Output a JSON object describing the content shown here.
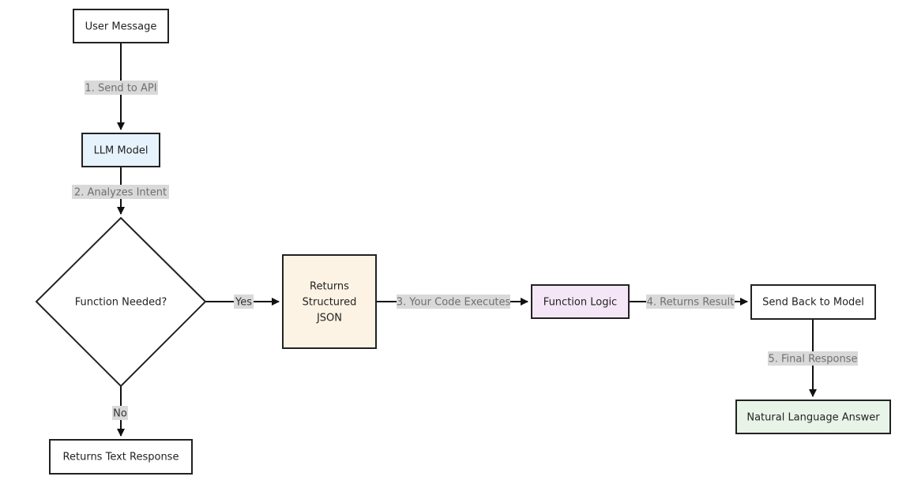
{
  "nodes": {
    "user_message": {
      "label": "User Message",
      "fill": "#ffffff"
    },
    "llm_model": {
      "label": "LLM Model",
      "fill": "#e6f3fc"
    },
    "function_needed": {
      "label": "Function Needed?",
      "fill": "#ffffff"
    },
    "returns_json": {
      "lines": [
        "Returns",
        "Structured",
        "JSON"
      ],
      "fill": "#fdf3e4"
    },
    "function_logic": {
      "label": "Function Logic",
      "fill": "#f4e6f6"
    },
    "send_back": {
      "label": "Send Back to Model",
      "fill": "#ffffff"
    },
    "natural_answer": {
      "label": "Natural Language Answer",
      "fill": "#e9f4e8"
    },
    "text_response": {
      "label": "Returns Text Response",
      "fill": "#ffffff"
    }
  },
  "edges": {
    "send_to_api": "1. Send to API",
    "analyzes_intent": "2. Analyzes Intent",
    "yes": "Yes",
    "code_executes": "3. Your Code Executes",
    "returns_result": "4. Returns Result",
    "final_response": "5. Final Response",
    "no": "No"
  }
}
